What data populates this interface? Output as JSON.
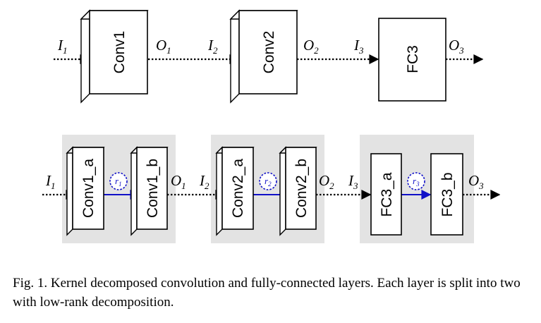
{
  "row1": {
    "blocks": [
      {
        "label": "Conv1",
        "style": "3d"
      },
      {
        "label": "Conv2",
        "style": "3d"
      },
      {
        "label": "FC3",
        "style": "flat"
      }
    ],
    "signals": [
      {
        "base": "I",
        "sub": "1"
      },
      {
        "base": "O",
        "sub": "1"
      },
      {
        "base": "I",
        "sub": "2"
      },
      {
        "base": "O",
        "sub": "2"
      },
      {
        "base": "I",
        "sub": "3"
      },
      {
        "base": "O",
        "sub": "3"
      }
    ]
  },
  "row2": {
    "groups": [
      {
        "a": "Conv1_a",
        "b": "Conv1_b",
        "rank": {
          "base": "r",
          "sub": "1"
        },
        "style": "3d"
      },
      {
        "a": "Conv2_a",
        "b": "Conv2_b",
        "rank": {
          "base": "r",
          "sub": "2"
        },
        "style": "3d"
      },
      {
        "a": "FC3_a",
        "b": "FC3_b",
        "rank": {
          "base": "r",
          "sub": "3"
        },
        "style": "flat"
      }
    ],
    "signals": [
      {
        "base": "I",
        "sub": "1"
      },
      {
        "base": "O",
        "sub": "1"
      },
      {
        "base": "I",
        "sub": "2"
      },
      {
        "base": "O",
        "sub": "2"
      },
      {
        "base": "I",
        "sub": "3"
      },
      {
        "base": "O",
        "sub": "3"
      }
    ]
  },
  "caption": "Fig. 1.  Kernel decomposed convolution and fully-connected layers. Each layer is split into two with low-rank decomposition."
}
